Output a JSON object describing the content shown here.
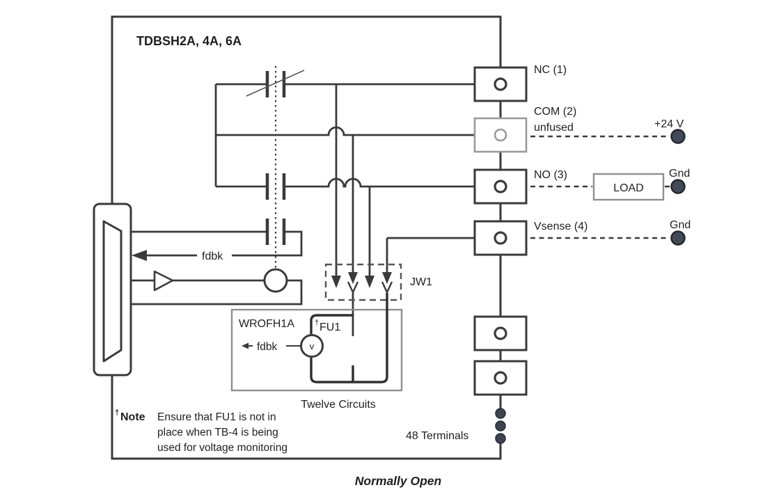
{
  "title": "TDBSH2A, 4A, 6A",
  "terminals": {
    "nc": "NC (1)",
    "com": "COM (2)",
    "com_sub": "unfused",
    "no": "NO (3)",
    "vsense": "Vsense (4)"
  },
  "power": {
    "v24": "+24 V",
    "gnd_load": "Gnd",
    "gnd_vsense": "Gnd",
    "load": "LOAD"
  },
  "jumper_label": "JW1",
  "relay": {
    "fdbk": "fdbk"
  },
  "module": {
    "name": "WROFH1A",
    "fuse_dagger": "†",
    "fuse": "FU1",
    "fdbk": "fdbk",
    "meter": "v"
  },
  "counts": {
    "twelve_circuits": "Twelve Circuits",
    "terminals_48": "48 Terminals"
  },
  "note": {
    "dagger": "†",
    "label": "Note",
    "line1": "Ensure that FU1 is not in",
    "line2": "place when TB-4 is being",
    "line3": "used for voltage monitoring"
  },
  "caption": "Normally Open",
  "colors": {
    "line": "#3a3a3a",
    "gray_line": "#8f8f8f",
    "text": "#1f1f1f",
    "connector_dot": "#434a57",
    "background": "#ffffff"
  }
}
